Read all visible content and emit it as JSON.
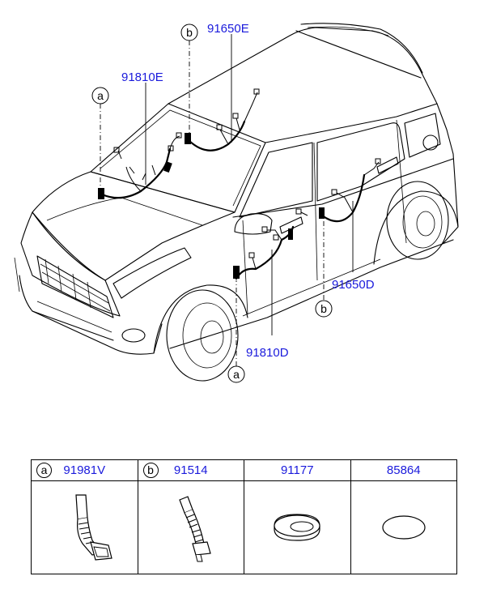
{
  "callouts": {
    "a": "a",
    "b": "b"
  },
  "part_labels": {
    "rear_left_door_main": "91650E",
    "front_left_door_main": "91810E",
    "rear_right_door_main": "91650D",
    "front_right_door_main": "91810D"
  },
  "table": {
    "columns": [
      {
        "letter": "a",
        "part_no": "91981V",
        "icon": "rubber-grommet-boot-icon"
      },
      {
        "letter": "b",
        "part_no": "91514",
        "icon": "corrugated-tube-grommet-icon"
      },
      {
        "letter": "",
        "part_no": "91177",
        "icon": "oval-plug-grommet-icon"
      },
      {
        "letter": "",
        "part_no": "85864",
        "icon": "oval-pad-icon"
      }
    ]
  },
  "colors": {
    "label_blue": "#1a1adc",
    "line": "#000000"
  }
}
